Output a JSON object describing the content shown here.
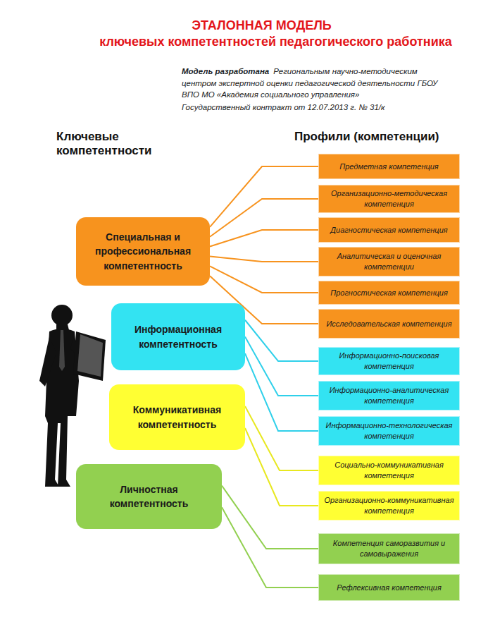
{
  "diagram": {
    "title": "ЭТАЛОННАЯ МОДЕЛЬ",
    "nodes": [
      {
        "text": [
          "Специальная и профессиональная компетентность"
        ]
      },
      {
        "text": [
          "Информационная компетентность"
        ]
      },
      {
        "text": [
          "Коммуникативная компетентность"
        ]
      },
      {
        "text": [
          "Личностная компетентность"
        ]
      },
      {
        "text": [
          "Предметная компетенция"
        ]
      },
      {
        "text": [
          "Организационно-методическая компетенция"
        ]
      },
      {
        "text": [
          "Диагностическая компетенция"
        ]
      },
      {
        "text": [
          "Аналитическая и оценочная компетенции"
        ]
      },
      {
        "text": [
          "Прогностическая компетенция"
        ]
      },
      {
        "text": [
          "Исследовательская компетенция"
        ]
      },
      {
        "text": [
          "Информационно-поисковая компетенция"
        ]
      },
      {
        "text": [
          "Информационно-аналитическая компетенция"
        ]
      },
      {
        "text": [
          "Информационно-технологическая компетенция"
        ]
      },
      {
        "text": [
          "Социально-коммуникативная компетенция"
        ]
      },
      {
        "text": [
          "Организационно-коммуникативная компетенция"
        ]
      },
      {
        "text": [
          "Компетенция саморазвития и самовыражения"
        ]
      },
      {
        "text": [
          "Рефлексивная компетенция"
        ]
      }
    ],
    "edges": [
      {
        "from": 0,
        "to": 4,
        "arrow": "none"
      },
      {
        "from": 0,
        "to": 5,
        "arrow": "none"
      },
      {
        "from": 0,
        "to": 6,
        "arrow": "none"
      },
      {
        "from": 0,
        "to": 7,
        "arrow": "none"
      },
      {
        "from": 0,
        "to": 8,
        "arrow": "none"
      },
      {
        "from": 0,
        "to": 9,
        "arrow": "none"
      },
      {
        "from": 1,
        "to": 10,
        "arrow": "none"
      },
      {
        "from": 1,
        "to": 11,
        "arrow": "none"
      },
      {
        "from": 1,
        "to": 12,
        "arrow": "none"
      },
      {
        "from": 2,
        "to": 13,
        "arrow": "none"
      },
      {
        "from": 2,
        "to": 14,
        "arrow": "none"
      },
      {
        "from": 3,
        "to": 15,
        "arrow": "none"
      },
      {
        "from": 3,
        "to": 16,
        "arrow": "none"
      }
    ],
    "labels": [
      "ключевых компетентностей педагогического работника",
      "Модель разработана",
      "Региональным научно-методическим центром экспертной оценки педагогической деятельности ГБОУ ВПО МО «Академия социального управления»",
      "Государственный контракт от 12.07.2013 г. № 31/к",
      "Ключевые компетентности",
      "Профили (компетенции)"
    ]
  }
}
